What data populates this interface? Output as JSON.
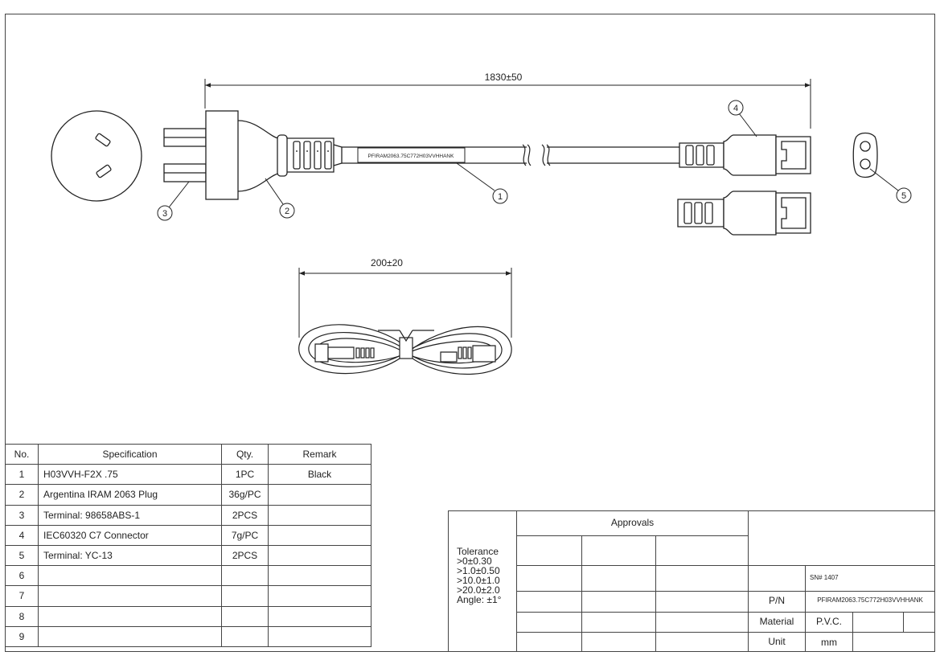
{
  "drawing": {
    "overall_length": "1830±50",
    "coil_length": "200±20",
    "cable_print": "PFIRAM2063.75C772H03VVHHANK",
    "balloons": [
      "1",
      "2",
      "3",
      "4",
      "5"
    ]
  },
  "spec_table": {
    "headers": [
      "No.",
      "Specification",
      "Qty.",
      "Remark"
    ],
    "rows": [
      {
        "no": "1",
        "spec": "H03VVH-F2X .75",
        "qty": "1PC",
        "remark": "Black"
      },
      {
        "no": "2",
        "spec": "Argentina IRAM 2063 Plug",
        "qty": "36g/PC",
        "remark": ""
      },
      {
        "no": "3",
        "spec": "Terminal: 98658ABS-1",
        "qty": "2PCS",
        "remark": ""
      },
      {
        "no": "4",
        "spec": "IEC60320 C7 Connector",
        "qty": "7g/PC",
        "remark": ""
      },
      {
        "no": "5",
        "spec": "Terminal: YC-13",
        "qty": "2PCS",
        "remark": ""
      },
      {
        "no": "6",
        "spec": "",
        "qty": "",
        "remark": ""
      },
      {
        "no": "7",
        "spec": "",
        "qty": "",
        "remark": ""
      },
      {
        "no": "8",
        "spec": "",
        "qty": "",
        "remark": ""
      },
      {
        "no": "9",
        "spec": "",
        "qty": "",
        "remark": ""
      }
    ]
  },
  "title_block": {
    "tolerance_label": "Tolerance",
    "tolerances": [
      ">0±0.30",
      ">1.0±0.50",
      ">10.0±1.0",
      ">20.0±2.0",
      "Angle: ±1°"
    ],
    "approvals_label": "Approvals",
    "sn": "SN# 1407",
    "pn_label": "P/N",
    "pn_value": "PFIRAM2063.75C772H03VVHHANK",
    "material_label": "Material",
    "material_value": "P.V.C.",
    "unit_label": "Unit",
    "unit_value": "mm"
  }
}
